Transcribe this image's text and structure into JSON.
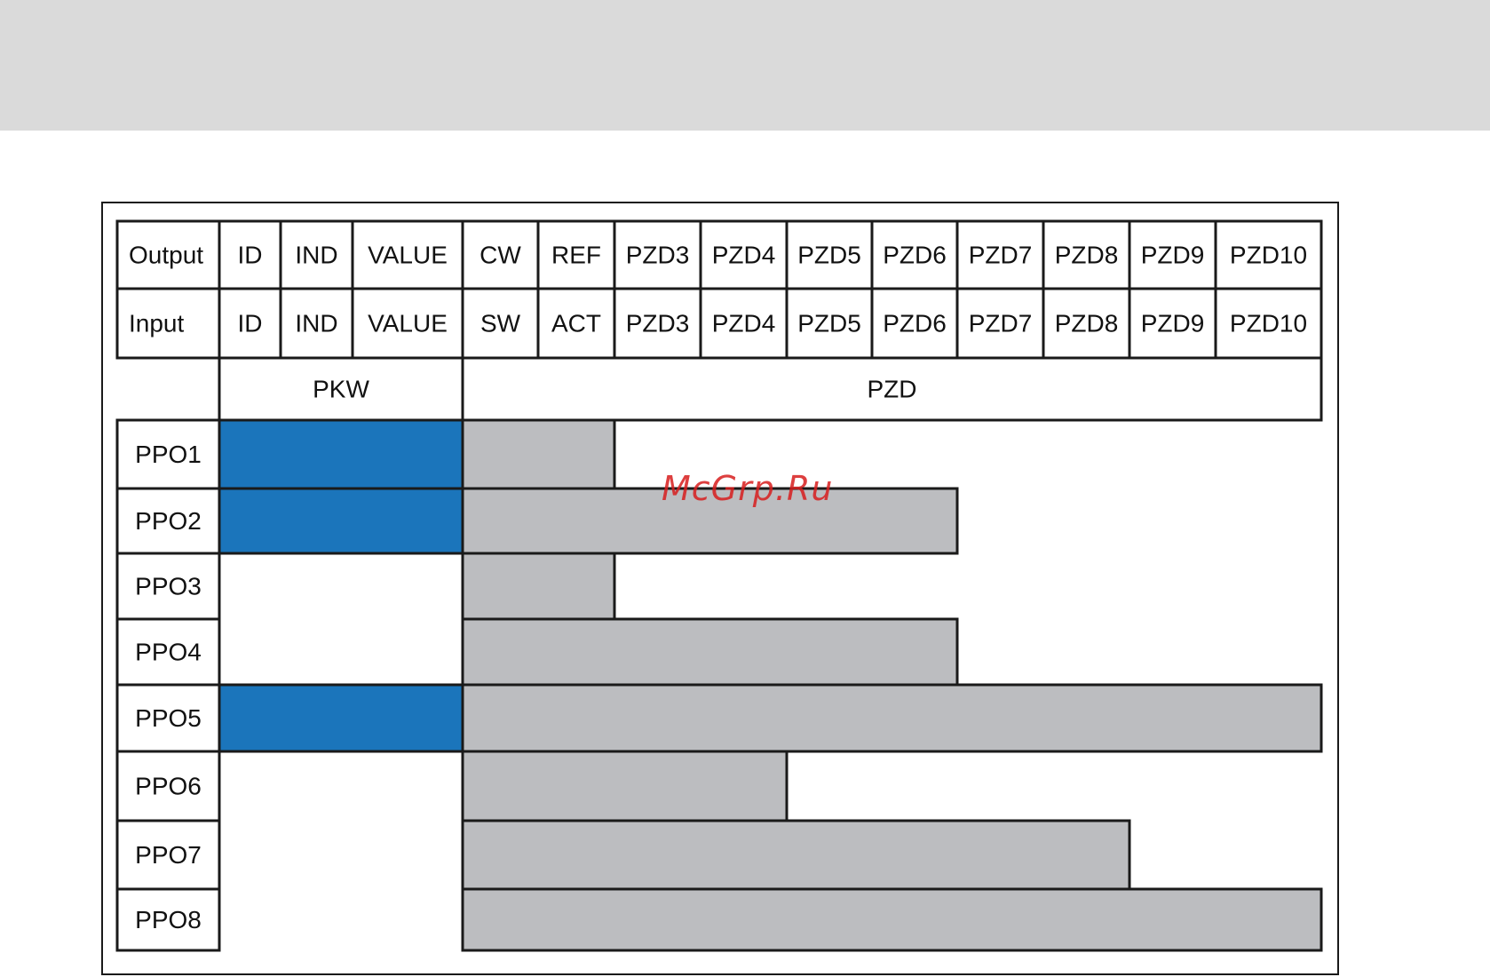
{
  "header_rows": [
    {
      "label": "Output",
      "cells": [
        "ID",
        "IND",
        "VALUE",
        "CW",
        "REF",
        "PZD3",
        "PZD4",
        "PZD5",
        "PZD6",
        "PZD7",
        "PZD8",
        "PZD9",
        "PZD10"
      ]
    },
    {
      "label": "Input",
      "cells": [
        "ID",
        "IND",
        "VALUE",
        "SW",
        "ACT",
        "PZD3",
        "PZD4",
        "PZD5",
        "PZD6",
        "PZD7",
        "PZD8",
        "PZD9",
        "PZD10"
      ]
    }
  ],
  "groups": {
    "pkw": "PKW",
    "pzd": "PZD"
  },
  "ppo_types": [
    {
      "label": "PPO1",
      "has_pkw": true,
      "pzd_words": 2
    },
    {
      "label": "PPO2",
      "has_pkw": true,
      "pzd_words": 6
    },
    {
      "label": "PPO3",
      "has_pkw": false,
      "pzd_words": 2
    },
    {
      "label": "PPO4",
      "has_pkw": false,
      "pzd_words": 6
    },
    {
      "label": "PPO5",
      "has_pkw": true,
      "pzd_words": 10
    },
    {
      "label": "PPO6",
      "has_pkw": false,
      "pzd_words": 4
    },
    {
      "label": "PPO7",
      "has_pkw": false,
      "pzd_words": 8
    },
    {
      "label": "PPO8",
      "has_pkw": false,
      "pzd_words": 10
    }
  ],
  "colors": {
    "pkw": "#1b75bb",
    "pzd": "#bcbdc0",
    "line": "#1a1a1a"
  },
  "watermark": "McGrp.Ru"
}
